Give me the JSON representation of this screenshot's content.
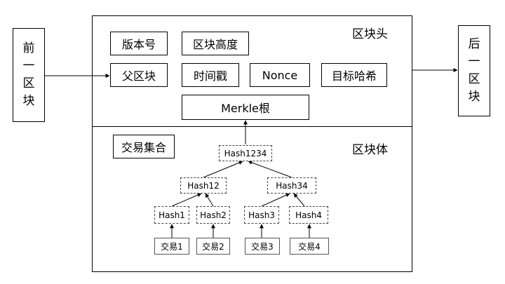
{
  "prev_block": [
    "前",
    "一",
    "区",
    "块"
  ],
  "next_block": [
    "后",
    "一",
    "区",
    "块"
  ],
  "block_header": {
    "title": "区块头",
    "fields": {
      "version": "版本号",
      "height": "区块高度",
      "parent": "父区块",
      "timestamp": "时间戳",
      "nonce": "Nonce",
      "target_hash": "目标哈希",
      "merkle_root": "Merkle根"
    }
  },
  "block_body": {
    "title": "区块体",
    "tx_set": "交易集合",
    "tree": {
      "root": "Hash1234",
      "level1": [
        "Hash12",
        "Hash34"
      ],
      "level2": [
        "Hash1",
        "Hash2",
        "Hash3",
        "Hash4"
      ],
      "transactions": [
        "交易1",
        "交易2",
        "交易3",
        "交易4"
      ]
    }
  }
}
